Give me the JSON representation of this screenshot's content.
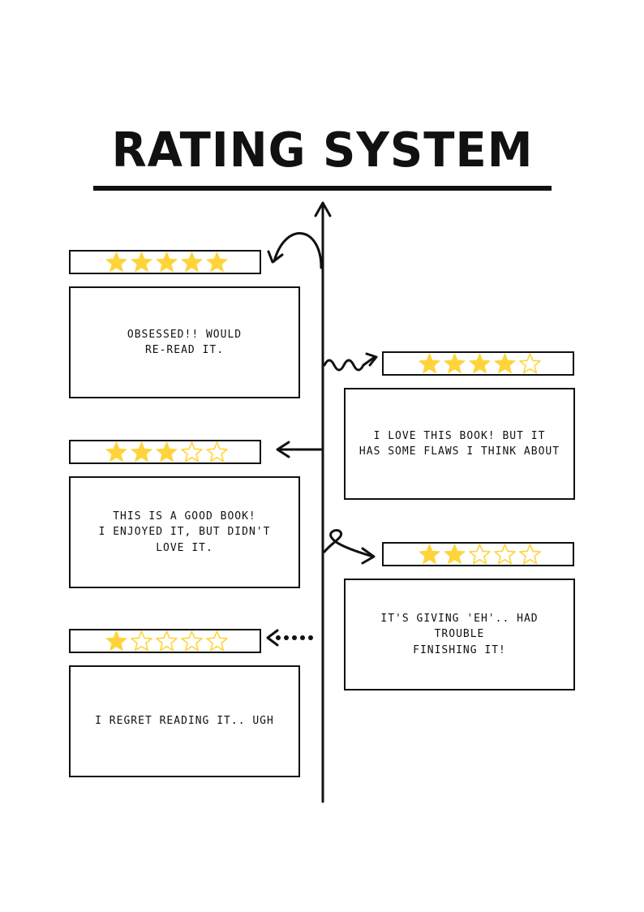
{
  "page": {
    "title": "RATING SYSTEM"
  },
  "colors": {
    "ink": "#111111",
    "star": "#FFD43B"
  },
  "ratings": [
    {
      "stars": 5,
      "text": "Obsessed!! would\nre-read it."
    },
    {
      "stars": 4,
      "text": "I love this book! But it\nhas some flaws I think about"
    },
    {
      "stars": 3,
      "text": "This is a good book!\nI enjoyed it, but didn't love it."
    },
    {
      "stars": 2,
      "text": "It's giving 'eh'.. had trouble\nfinishing it!"
    },
    {
      "stars": 1,
      "text": "I regret reading it.. ugh"
    }
  ]
}
